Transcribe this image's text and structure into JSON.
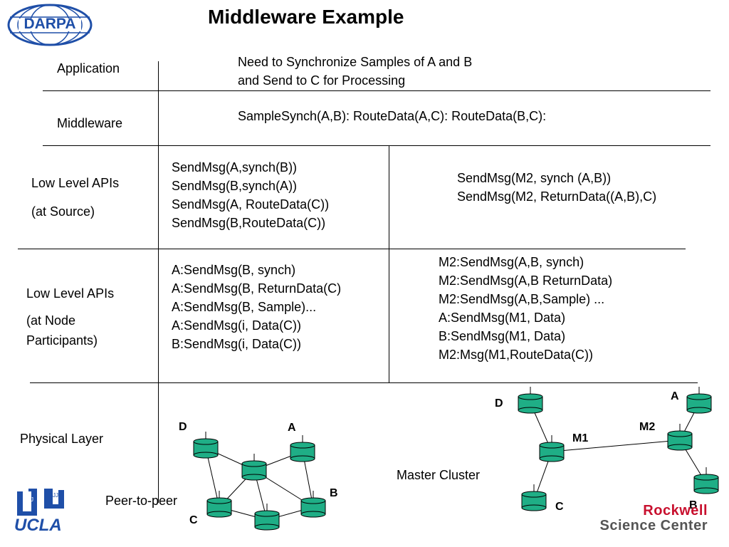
{
  "title": "Middleware Example",
  "logos": {
    "darpa": "DARPA",
    "ucla": "UCLA",
    "rockwell": "Rockwell",
    "science_center": "Science Center"
  },
  "rows": {
    "application": {
      "label": "Application",
      "text": [
        "Need to Synchronize Samples of A and B",
        "and Send to C for Processing"
      ]
    },
    "middleware": {
      "label": "Middleware",
      "text": "SampleSynch(A,B): RouteData(A,C):  RouteData(B,C):"
    },
    "low_source": {
      "label": [
        "Low Level APIs",
        "(at Source)"
      ],
      "left": [
        "SendMsg(A,synch(B))",
        "SendMsg(B,synch(A))",
        "SendMsg(A, RouteData(C))",
        "SendMsg(B,RouteData(C))"
      ],
      "right": [
        "SendMsg(M2, synch (A,B))",
        "SendMsg(M2, ReturnData((A,B),C)"
      ]
    },
    "low_node": {
      "label": [
        "Low Level APIs",
        "(at Node",
        "Participants)"
      ],
      "left": [
        "A:SendMsg(B, synch)",
        "A:SendMsg(B, ReturnData(C)",
        "A:SendMsg(B, Sample)...",
        "A:SendMsg(i, Data(C))",
        "B:SendMsg(i, Data(C))"
      ],
      "right": [
        "M2:SendMsg(A,B, synch)",
        "M2:SendMsg(A,B ReturnData)",
        "M2:SendMsg(A,B,Sample) ...",
        "A:SendMsg(M1, Data)",
        "B:SendMsg(M1, Data)",
        "M2:Msg(M1,RouteData(C))"
      ]
    },
    "physical": {
      "label": "Physical Layer"
    }
  },
  "peer_to_peer": {
    "caption": "Peer-to-peer",
    "labels": {
      "D": "D",
      "A": "A",
      "B": "B",
      "C": "C"
    }
  },
  "master_cluster": {
    "caption": "Master Cluster",
    "labels": {
      "D": "D",
      "A": "A",
      "M1": "M1",
      "M2": "M2",
      "B": "B",
      "C": "C"
    }
  },
  "colors": {
    "node_fill": "#1fae86",
    "node_stroke": "#000000",
    "darpa_blue": "#1f4fa8",
    "rockwell_red": "#c8102e",
    "science_gray": "#555555"
  }
}
